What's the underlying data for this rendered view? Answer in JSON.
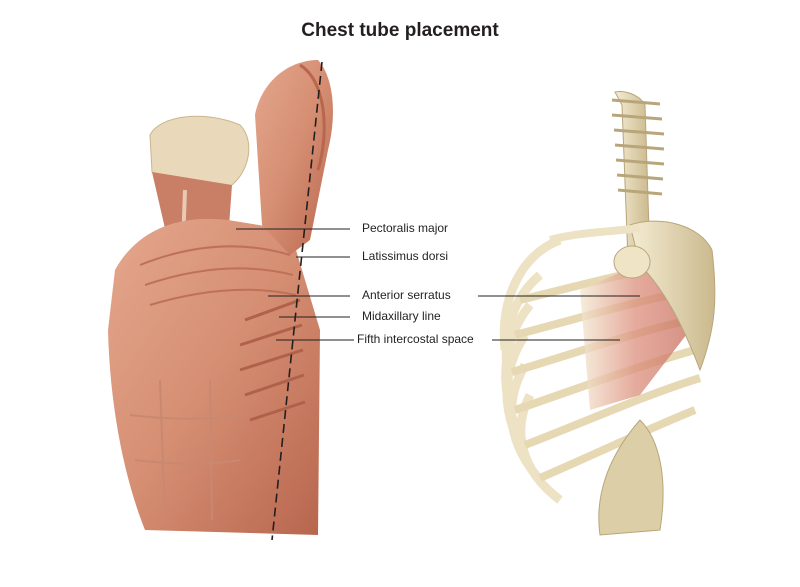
{
  "title": "Chest tube placement",
  "labels": {
    "pectoralis_major": "Pectoralis major",
    "latissimus_dorsi": "Latissimus dorsi",
    "anterior_serratus": "Anterior serratus",
    "midaxillary_line": "Midaxillary line",
    "fifth_intercostal_space": "Fifth intercostal space"
  },
  "colors": {
    "muscle": "#d99479",
    "muscle_dark": "#b8664e",
    "skin": "#e8d6b8",
    "bone": "#ede3c4",
    "bone_shadow": "#c9b88c",
    "serratus": "#d9897a",
    "leader_line": "#231f20"
  }
}
